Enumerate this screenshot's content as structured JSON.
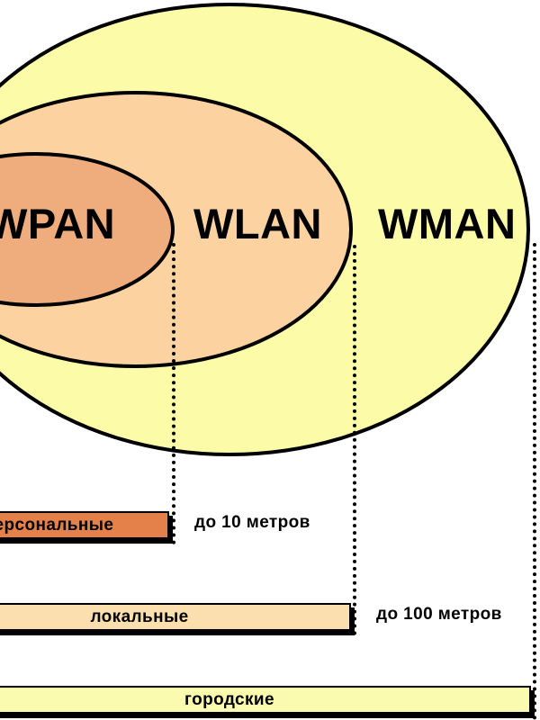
{
  "diagram": {
    "title_present": false,
    "zones": [
      {
        "key": "wpan",
        "label": "WPAN",
        "fill": "#EFAC7C",
        "stroke": "#000000"
      },
      {
        "key": "wlan",
        "label": "WLAN",
        "fill": "#FCD3A0",
        "stroke": "#000000"
      },
      {
        "key": "wman",
        "label": "WMAN",
        "fill": "#FCFCA8",
        "stroke": "#000000"
      }
    ],
    "bars": [
      {
        "key": "personal",
        "label": "персональные",
        "fill": "#E4814A",
        "stroke": "#000000"
      },
      {
        "key": "local",
        "label": "локальные",
        "fill": "#FCDFAF",
        "stroke": "#000000"
      },
      {
        "key": "city",
        "label": "городские",
        "fill": "#FBFBAF",
        "stroke": "#000000"
      }
    ],
    "distances": [
      {
        "key": "d10",
        "text": "до 10 метров"
      },
      {
        "key": "d100",
        "text": "до 100 метров"
      }
    ]
  }
}
